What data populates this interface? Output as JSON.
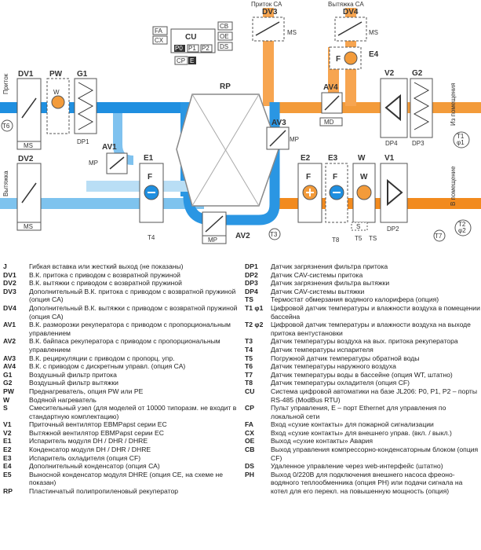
{
  "diagram": {
    "flow_labels": {
      "supply_in": "Приток",
      "exhaust_out": "Вытяжка",
      "to_room": "В помещение",
      "from_room": "Из помещения",
      "supply_ca": "Приток СА",
      "exhaust_ca": "Вытяжка СА"
    },
    "units": [
      "DV1",
      "PW",
      "G1",
      "DV2",
      "RP",
      "AV1",
      "E1",
      "AV2",
      "AV3",
      "AV4",
      "E2",
      "E3",
      "W",
      "V1",
      "V2",
      "G2",
      "DV3",
      "DV4",
      "E4"
    ],
    "small_labels": [
      "MS",
      "MS",
      "MS",
      "MS",
      "MP",
      "MP",
      "MP",
      "MD",
      "DP1",
      "DP2",
      "DP3",
      "DP4",
      "T1 φ1",
      "T2 φ2",
      "T3",
      "T4",
      "T5",
      "T6",
      "T7",
      "T8",
      "TS",
      "S",
      "F",
      "F",
      "F",
      "F",
      "W",
      "W"
    ],
    "cu_block": {
      "title": "CU",
      "left": [
        "FA",
        "CX"
      ],
      "right": [
        "CB",
        "OE",
        "DS"
      ],
      "ports": [
        "P0",
        "P1",
        "P2"
      ],
      "cp": "CP",
      "e": "E"
    }
  },
  "legend_left": [
    {
      "code": "J",
      "desc": "Гибкая вставка или жесткий выход (не показаны)"
    },
    {
      "code": "DV1",
      "desc": "В.К. притока с приводом с возвратной пружиной"
    },
    {
      "code": "DV2",
      "desc": "В.К. вытяжки с приводом с возвратной пружиной"
    },
    {
      "code": "DV3",
      "desc": "Дополнительный В.К. притока с приводом с возвратной пружиной (опция СА)"
    },
    {
      "code": "DV4",
      "desc": "Дополнительный В.К. вытяжки с приводом с возвратной пружиной (опция СА)"
    },
    {
      "code": "AV1",
      "desc": "В.К. разморозки рекуператора с приводом с пропорциональным управлением"
    },
    {
      "code": "AV2",
      "desc": "В.К. байпаса рекуператора с приводом с пропорциональным управлением"
    },
    {
      "code": "AV3",
      "desc": "В.К. рециркуляции с приводом с пропорц. упр."
    },
    {
      "code": "AV4",
      "desc": "В.К. с приводом с дискретным управл. (опция СА)"
    },
    {
      "code": "G1",
      "desc": "Воздушный фильтр притока"
    },
    {
      "code": "G2",
      "desc": "Воздушный фильтр вытяжки"
    },
    {
      "code": "PW",
      "desc": "Преднагреватель, опция PW или PE"
    },
    {
      "code": "W",
      "desc": "Водяной нагреватель"
    },
    {
      "code": "S",
      "desc": "Смесительный узел (для моделей от 10000 типоразм. не входит в стандартную комплектацию)"
    },
    {
      "code": "V1",
      "desc": "Приточный вентилятор EBMPapst серии EC"
    },
    {
      "code": "V2",
      "desc": "Вытяжной вентилятор EBMPapst серии EC"
    },
    {
      "code": "E1",
      "desc": "Испаритель модуля DH / DHR / DHRE"
    },
    {
      "code": "E2",
      "desc": "Конденсатор модуля DH / DHR / DHRE"
    },
    {
      "code": "E3",
      "desc": "Испаритель охладителя (опция CF)"
    },
    {
      "code": "E4",
      "desc": "Дополнительный конденсатор (опция СА)"
    },
    {
      "code": "E5",
      "desc": "Выносной конденсатор модуля DHRE (опция CE, на схеме не показан)"
    },
    {
      "code": "RP",
      "desc": "Пластинчатый полипропиленовый рекуператор"
    }
  ],
  "legend_right": [
    {
      "code": "DP1",
      "desc": "Датчик загрязнения фильтра притока"
    },
    {
      "code": "DP2",
      "desc": "Датчик CAV-системы притока"
    },
    {
      "code": "DP3",
      "desc": "Датчик загрязнения фильтра вытяжки"
    },
    {
      "code": "DP4",
      "desc": "Датчик CAV-системы вытяжки"
    },
    {
      "code": "TS",
      "desc": "Термостат обмерзания водяного калорифера (опция)"
    },
    {
      "code": "T1 φ1",
      "desc": "Цифровой датчик температуры и влажности воздуха в помещении бассейна"
    },
    {
      "code": "T2 φ2",
      "desc": "Цифровой датчик температуры и влажности воздуха на выходе притока вентустановки"
    },
    {
      "code": "T3",
      "desc": "Датчик температуры воздуха на вых. притока рекуператора"
    },
    {
      "code": "T4",
      "desc": "Датчик температуры испарителя"
    },
    {
      "code": "T5",
      "desc": "Погружной датчик температуры обратной воды"
    },
    {
      "code": "T6",
      "desc": "Датчик температуры наружного воздуха"
    },
    {
      "code": "T7",
      "desc": "Датчик температуры воды в бассейне (опция WT, штатно)"
    },
    {
      "code": "T8",
      "desc": "Датчик температуры охладителя (опция CF)"
    },
    {
      "code": "CU",
      "desc": "Система цифровой автоматики на базе JL206: P0, P1, P2 – порты RS-485 (ModBus RTU)"
    },
    {
      "code": "CP",
      "desc": "Пульт управления, E – порт Ethernet для управления по локальной сети"
    },
    {
      "code": "FA",
      "desc": "Вход «сухие контакты» для пожарной сигнализации"
    },
    {
      "code": "CX",
      "desc": "Вход «сухие контакты» для внешнего управ. (вкл. / выкл.)"
    },
    {
      "code": "OE",
      "desc": "Выход «сухие контакты» Авария"
    },
    {
      "code": "CB",
      "desc": "Выход управления компрессорно-конденсаторным блоком (опция CF)"
    },
    {
      "code": "DS",
      "desc": "Удаленное управление через web-интерфейс (штатно)"
    },
    {
      "code": "PH",
      "desc": "Выход 0/220В для подключения внешнего насоса фреоно-водяного теплообменника (опция PH) или подачи сигнала на котел для его перекл. на повышенную мощность (опция)"
    }
  ]
}
